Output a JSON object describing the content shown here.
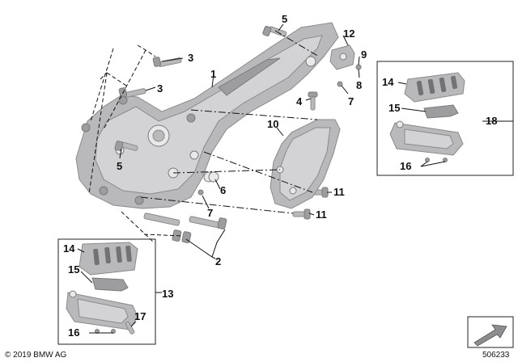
{
  "callouts": {
    "c1": "1",
    "c2": "2",
    "c3a": "3",
    "c3b": "3",
    "c4": "4",
    "c5a": "5",
    "c5b": "5",
    "c6": "6",
    "c7a": "7",
    "c7b": "7",
    "c8": "8",
    "c9": "9",
    "c10": "10",
    "c11a": "11",
    "c11b": "11",
    "c12": "12",
    "c13": "13",
    "c14a": "14",
    "c14b": "14",
    "c15a": "15",
    "c15b": "15",
    "c16a": "16",
    "c16b": "16",
    "c17": "17",
    "c18": "18"
  },
  "footer": {
    "copyright": "© 2019 BMW AG",
    "diagram_number": "506233"
  }
}
